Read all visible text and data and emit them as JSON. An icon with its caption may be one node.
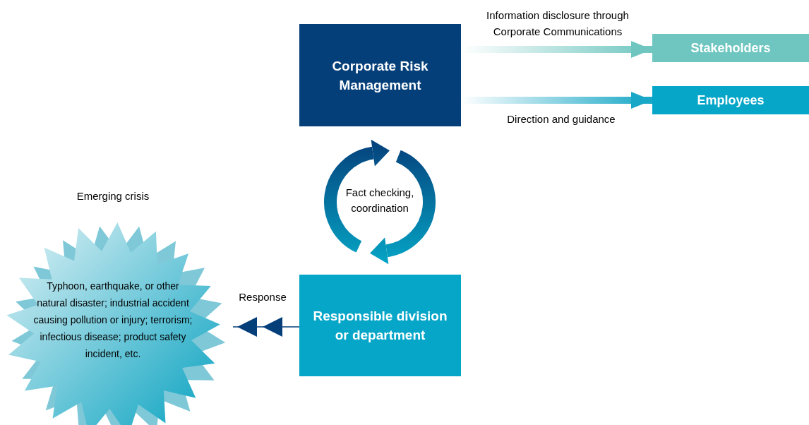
{
  "diagram": {
    "nodes": [
      {
        "text": [
          "Corporate Risk Management"
        ]
      },
      {
        "text": [
          "Stakeholders"
        ]
      },
      {
        "text": [
          "Employees"
        ]
      },
      {
        "text": [
          "Fact checking, coordination"
        ]
      },
      {
        "text": [
          "Responsible division or department"
        ]
      },
      {
        "text": [
          "Emerging crisis",
          "Typhoon, earthquake, or other natural disaster; industrial accident causing pollution or injury; terrorism; infectious disease; product safety incident, etc."
        ]
      }
    ],
    "edges": [
      {
        "from": 0,
        "to": 1,
        "arrow": "to",
        "label": "Information disclosure through Corporate Communications",
        "style": "thick",
        "color": "#6fc6c0"
      },
      {
        "from": 0,
        "to": 2,
        "arrow": "to",
        "label": "Direction and guidance",
        "style": "thick",
        "color": "#18a7c6"
      },
      {
        "from": 4,
        "to": 5,
        "arrow": "to",
        "label": "Response"
      }
    ]
  }
}
